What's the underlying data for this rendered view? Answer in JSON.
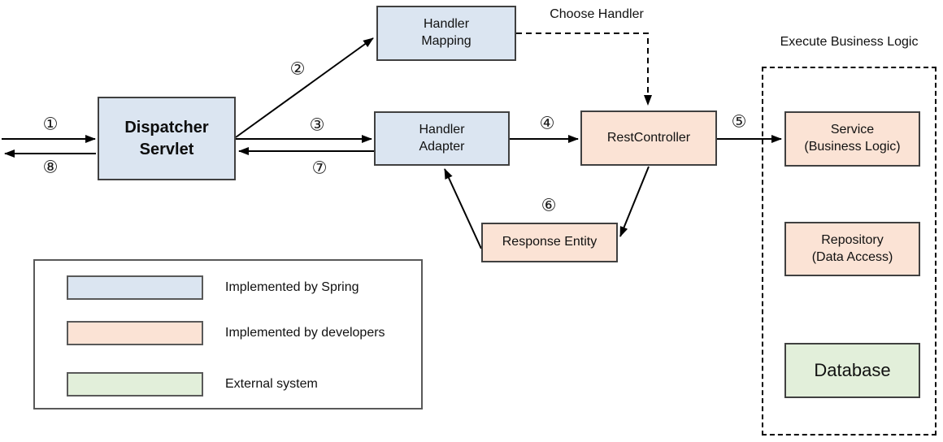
{
  "nodes": {
    "dispatcher_servlet": {
      "line1": "Dispatcher",
      "line2": "Servlet"
    },
    "handler_mapping": {
      "line1": "Handler",
      "line2": "Mapping"
    },
    "handler_adapter": {
      "line1": "Handler",
      "line2": "Adapter"
    },
    "rest_controller": {
      "label": "RestController"
    },
    "response_entity": {
      "label": "Response Entity"
    },
    "service": {
      "line1": "Service",
      "line2": "(Business Logic)"
    },
    "repository": {
      "line1": "Repository",
      "line2": "(Data Access)"
    },
    "database": {
      "label": "Database"
    }
  },
  "annotations": {
    "choose_handler": "Choose Handler",
    "execute_business_logic": "Execute Business Logic"
  },
  "steps": {
    "s1": "①",
    "s2": "②",
    "s3": "③",
    "s4": "④",
    "s5": "⑤",
    "s6": "⑥",
    "s7": "⑦",
    "s8": "⑧"
  },
  "legend": {
    "items": [
      {
        "label": "Implemented by Spring",
        "color": "#dbe5f1"
      },
      {
        "label": "Implemented by developers",
        "color": "#fbe3d5"
      },
      {
        "label": "External system",
        "color": "#e2efda"
      }
    ]
  },
  "colors": {
    "spring_blue": "#dbe5f1",
    "developer_peach": "#fbe3d5",
    "external_green": "#e2efda",
    "box_border": "#404040",
    "legend_border": "#595959",
    "arrow": "#000000"
  }
}
